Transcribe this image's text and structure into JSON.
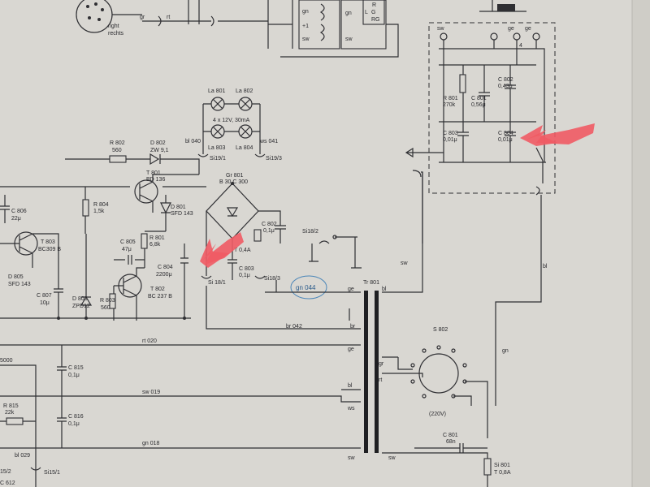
{
  "labels": {
    "la802_a": "La 801",
    "la802_b": "La 802",
    "lamp_spec": "4 x 12V, 30mA",
    "la803": "La 803",
    "la804": "La 804",
    "bl040": "bl 040",
    "ws041": "ws 041",
    "si19_1": "Si19/1",
    "si19_3": "Si19/3",
    "gr801": "Gr 801",
    "gr801_type": "B 30 C 300",
    "c802a": "C 802",
    "c802a_v": "0,1μ",
    "si18_2": "Si18/2",
    "fuse_t": "T 0,4A",
    "c803b": "C 803",
    "c803b_v": "0,1μ",
    "si18_1": "Si 18/1",
    "si18_3": "Si18/3",
    "gn044": "gn 044",
    "tr801": "Tr 801",
    "ge": "ge",
    "bl": "bl",
    "br": "br",
    "br042": "br 042",
    "rt020": "rt 020",
    "sw019": "sw 019",
    "gn018": "gn 018",
    "ws": "ws",
    "sw": "sw",
    "rt": "rt",
    "gr": "gr",
    "gn": "gn",
    "s802": "S 802",
    "v220": "(220V)",
    "c801b": "C 801",
    "c801b_v": "68n",
    "si801": "Si 801",
    "si801_v": "T 0,8A",
    "r802": "R 802",
    "r802_v": "560",
    "d802": "D 802",
    "d802_v": "ZW 9,1",
    "t801": "T 801",
    "t801_v": "BD 136",
    "r804": "R 804",
    "r804_v": "1,5k",
    "d801": "D 801",
    "d801_v": "SFD 143",
    "r801": "R 801",
    "r801_v": "6,8k",
    "c805": "C 805",
    "c805_v": "47μ",
    "c804b": "C 804",
    "c804b_v": "2200μ",
    "t802": "T 802",
    "t802_v": "BC 237 B",
    "r803": "R 803",
    "r803_v": "560",
    "d803": "D 803",
    "d803_v": "ZPD12",
    "c807": "C 807",
    "c807_v": "10μ",
    "t803": "T 803",
    "t803_v": "BC309 B",
    "d805": "D 805",
    "d805_v": "SFD 143",
    "c806": "C 806",
    "c806_v": "22μ",
    "c815": "C 815",
    "c815_v": "0,1μ",
    "c816": "C 816",
    "c816_v": "0,1μ",
    "r815": "R 815",
    "r815_v": "22k",
    "r5000": "5000",
    "bl029": "bl 029",
    "si15_1": "Si15/1",
    "c612": "C 612",
    "i15_2": "15/2",
    "right": "right",
    "rechts": "rechts",
    "sw_box": "sw",
    "ge_box": "ge",
    "r801t": "R 801",
    "r801t_v": "270k",
    "c801t": "C 801",
    "c801t_v": "0,56μ",
    "c802t": "C 802",
    "c802t_v": "0,43μ",
    "c803t": "C 803",
    "c803t_v": "0,01μ",
    "c804t": "C 804",
    "c804t_v": "0,01μ",
    "gn_top": "gn",
    "h1_top": "+1",
    "sw_top": "sw",
    "gn_top2": "gn",
    "r_top": "R",
    "l_top": "L",
    "g_top": "G",
    "rg_top": "RG",
    "pin4": "4"
  },
  "colors": {
    "paper": "#d9d7d2",
    "ink": "#2f2f33",
    "marker": "#ef5b64",
    "pen": "#2a5a8a"
  }
}
